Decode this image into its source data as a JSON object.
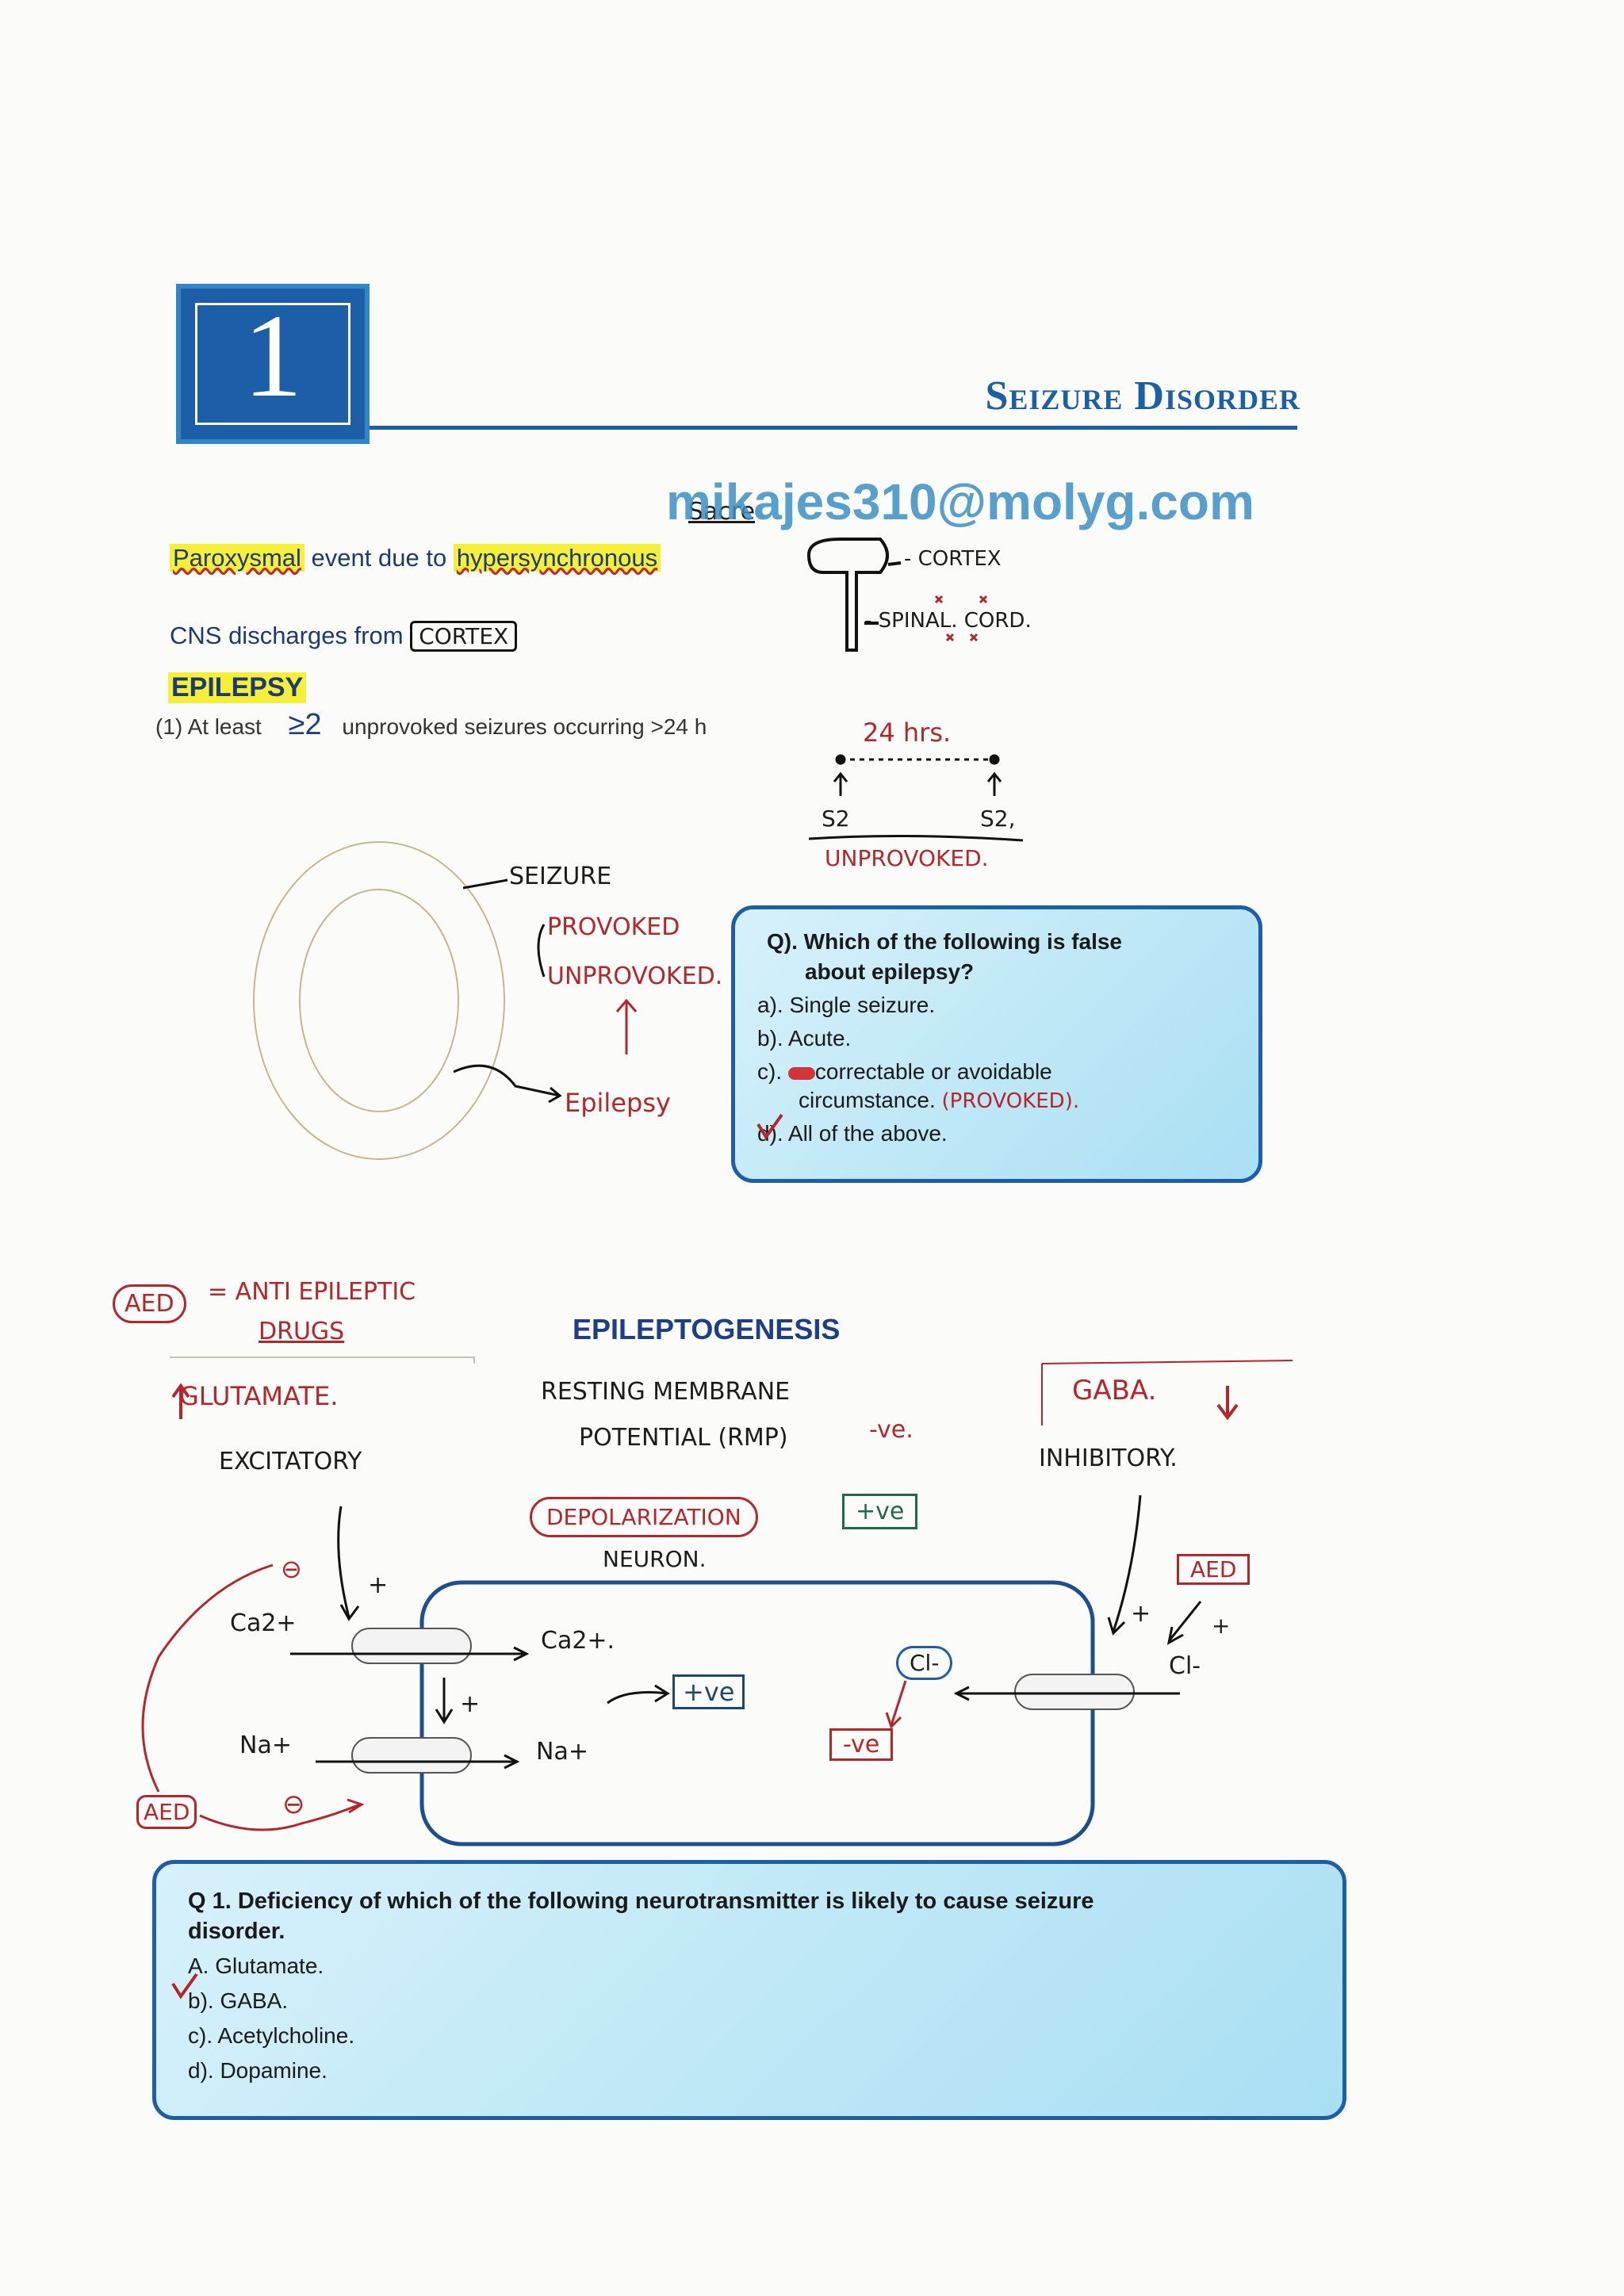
{
  "chapter": {
    "number": "1",
    "title": "Seizure Disorder"
  },
  "watermark": "mikajes310@molyg.com",
  "header_notes": {
    "sacre": "Sacre"
  },
  "intro": {
    "line1_a": "Paroxysmal",
    "line1_b": " event due to ",
    "line1_c": "hypersynchronous",
    "line2_a": "CNS discharges from",
    "line2_box": "CORTEX",
    "heading": "EPILEPSY",
    "def_a": "(1) At least",
    "def_b": "≥2",
    "def_c": "unprovoked seizures occurring >24 h"
  },
  "cns_sketch": {
    "cortex": "- CORTEX",
    "spinal": "- SPINAL. CORD."
  },
  "timeline": {
    "label": "24 hrs.",
    "s1": "S2",
    "s2": "S2,",
    "caption": "UNPROVOKED."
  },
  "seizure_diagram": {
    "seizure": "SEIZURE",
    "provoked": "PROVOKED",
    "unprovoked": "UNPROVOKED.",
    "epilepsy": "Epilepsy"
  },
  "question1": {
    "prompt": "Q). Which of the following is false",
    "prompt2": "about epilepsy?",
    "opt_a": "a). Single seizure.",
    "opt_b": "b). Acute.",
    "opt_c1": "c). ",
    "opt_c2": "correctable or avoidable",
    "opt_c3": "circumstance.",
    "opt_c_note": "(PROVOKED).",
    "opt_d": "d). All of the above."
  },
  "aed": {
    "tag": "AED",
    "def1": "= ANTI EPILEPTIC",
    "def2": "DRUGS"
  },
  "epileptogenesis": {
    "heading": "EPILEPTOGENESIS",
    "rmp1": "RESTING MEMBRANE",
    "rmp2": "POTENTIAL (RMP)",
    "rmp_sign": "-ve.",
    "depol": "DEPOLARIZATION",
    "depol_sign": "+ve",
    "neuron": "NEURON.",
    "glutamate": "GLUTAMATE.",
    "excitatory": "EXCITATORY",
    "gaba": "GABA.",
    "inhibitory": "INHIBITORY.",
    "ca_out": "Ca2+",
    "ca_in": "Ca2+.",
    "na_out": "Na+",
    "na_in": "Na+",
    "cl_in": "Cl-",
    "cl_out": "Cl-",
    "pos_box": "+ve",
    "neg_box": "-ve",
    "aed_left": "AED",
    "aed_right": "AED",
    "plus": "+",
    "minus": "⊖"
  },
  "question2": {
    "prompt": "Q 1. Deficiency of which of the following neurotransmitter is likely to cause seizure",
    "prompt2": "disorder.",
    "opt_a": "A. Glutamate.",
    "opt_b": "b). GABA.",
    "opt_c": "c). Acetylcholine.",
    "opt_d": "d). Dopamine."
  }
}
